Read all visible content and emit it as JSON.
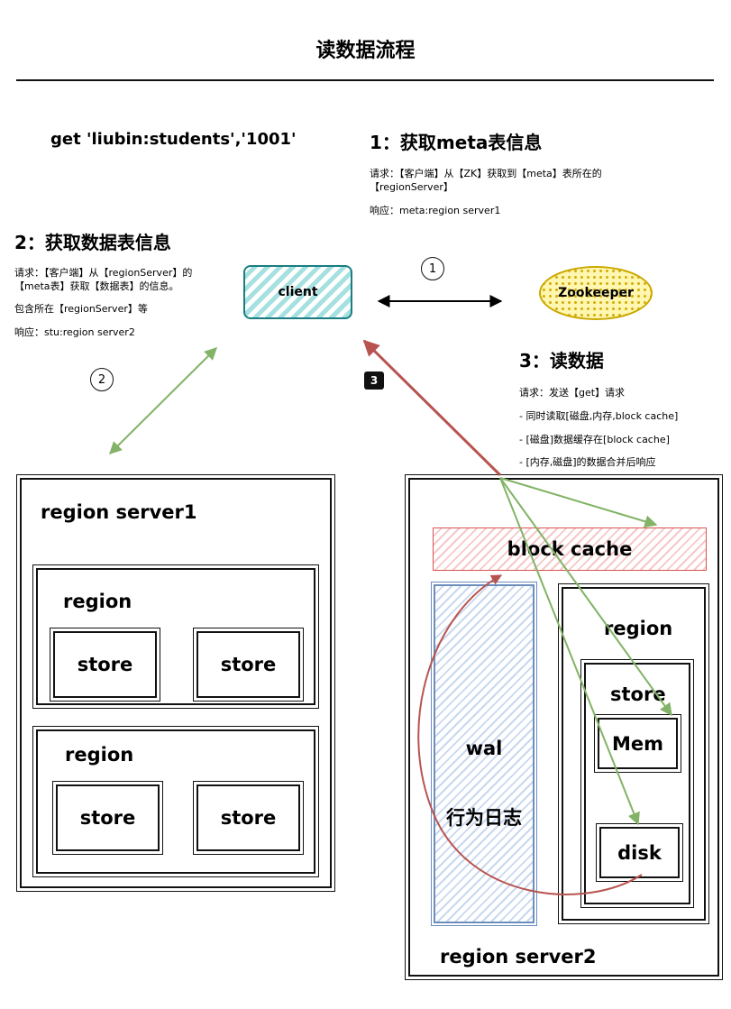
{
  "title": "读数据流程",
  "query": "get 'liubin:students','1001'",
  "step1": {
    "heading": "1：获取meta表信息",
    "line1": "请求：【客户端】从【ZK】获取到【meta】表所在的",
    "line2": "【regionServer】",
    "line3": "响应：meta:region server1"
  },
  "step2": {
    "heading": "2：获取数据表信息",
    "line1": "请求：【客户端】从【regionServer】的",
    "line2": "【meta表】获取【数据表】的信息。",
    "line3": "包含所在【regionServer】等",
    "line4": "响应：stu:region server2"
  },
  "step3": {
    "heading": "3：读数据",
    "line1": "请求：发送【get】请求",
    "line2": "- 同时读取[磁盘,内存,block cache]",
    "line3": "- [磁盘]数据缓存在[block cache]",
    "line4": "- [内存,磁盘]的数据合并后响应"
  },
  "nodes": {
    "client": "client",
    "zookeeper": "Zookeeper",
    "num1": "1",
    "num2": "2",
    "num3": "3"
  },
  "rs1": {
    "label": "region server1",
    "regions": [
      {
        "label": "region",
        "stores": [
          "store",
          "store"
        ]
      },
      {
        "label": "region",
        "stores": [
          "store",
          "store"
        ]
      }
    ]
  },
  "rs2": {
    "label": "region server2",
    "block_cache": "block cache",
    "wal_label": "wal",
    "wal_sub": "行为日志",
    "region": "region",
    "store": "store",
    "mem": "Mem",
    "disk": "disk"
  },
  "colors": {
    "green": "#82b366",
    "red": "#b85450",
    "teal": "#1a7d82",
    "yellow": "#d6b656",
    "blue": "#6c8ebf"
  }
}
